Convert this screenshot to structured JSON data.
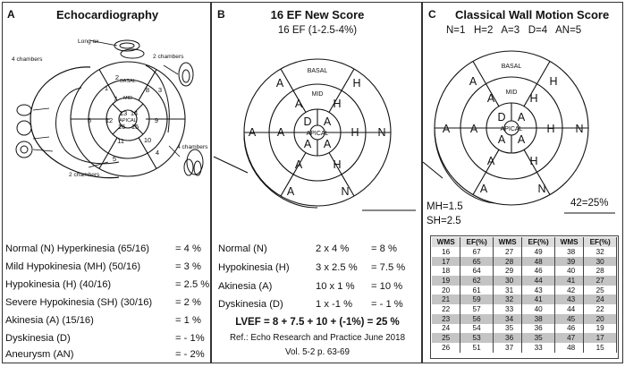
{
  "panelA": {
    "label": "A",
    "title": "Echocardiography",
    "view_labels": {
      "long_ax": "Long ax",
      "four_ch_left": "4 chambers",
      "two_ch_top": "2 chambers",
      "four_ch_right": "4 chambers",
      "two_ch_bottom": "2 chambers"
    },
    "ring_labels": {
      "basal": "BASAL",
      "mid": "MID",
      "apical": "APICAL"
    },
    "segments": [
      "1",
      "2",
      "3",
      "4",
      "5",
      "6",
      "7",
      "8",
      "9",
      "10",
      "11",
      "12",
      "13",
      "14",
      "15",
      "16"
    ],
    "legend": [
      {
        "label": "Normal (N)  Hyperkinesia (65/16)",
        "value": "= 4 %"
      },
      {
        "label": "Mild Hypokinesia (MH) (50/16)",
        "value": "= 3 %"
      },
      {
        "label": "Hypokinesia (H) (40/16)",
        "value": "= 2.5 %"
      },
      {
        "label": "Severe Hypokinesia (SH) (30/16)",
        "value": "= 2 %"
      },
      {
        "label": "Akinesia (A) (15/16)",
        "value": "= 1 %"
      },
      {
        "label": "Dyskinesia (D)",
        "value": "= - 1%"
      },
      {
        "label": "Aneurysm (AN)",
        "value": "= - 2%"
      }
    ]
  },
  "panelB": {
    "label": "B",
    "title": "16 EF New Score",
    "subtitle": "16 EF (1-2.5-4%)",
    "ring_labels": {
      "basal": "BASAL",
      "mid": "MID",
      "apical": "APICAL"
    },
    "basal": [
      "H",
      "N",
      "N",
      "A",
      "A",
      "A"
    ],
    "mid": [
      "H",
      "H",
      "H",
      "A",
      "A",
      "A"
    ],
    "apical": [
      "A",
      "A",
      "A",
      "D"
    ],
    "calc": [
      {
        "label": "Normal (N)",
        "formula": "2 x 4 %",
        "result": "= 8 %"
      },
      {
        "label": "Hypokinesia (H)",
        "formula": "3 x 2.5 %",
        "result": "= 7.5 %"
      },
      {
        "label": "Akinesia (A)",
        "formula": "10 x 1 %",
        "result": "= 10 %"
      },
      {
        "label": "Dyskinesia (D)",
        "formula": "1 x -1 %",
        "result": "= - 1 %"
      }
    ],
    "lvef": "LVEF = 8 + 7.5 + 10 + (-1%) = 25 %",
    "ref1": "Ref.: Echo Research and Practice June 2018",
    "ref2": "Vol. 5-2 p. 63-69"
  },
  "panelC": {
    "label": "C",
    "title": "Classical Wall Motion Score",
    "scores": "N=1   H=2   A=3   D=4   AN=5",
    "ring_labels": {
      "basal": "BASAL",
      "mid": "MID",
      "apical": "APICAL"
    },
    "basal": [
      "H",
      "N",
      "N",
      "A",
      "A",
      "A"
    ],
    "mid": [
      "H",
      "H",
      "H",
      "A",
      "A",
      "A"
    ],
    "apical": [
      "A",
      "A",
      "A",
      "D"
    ],
    "mh": "MH=1.5",
    "sh": "SH=2.5",
    "result": "42=25%",
    "table": {
      "headers": [
        "WMS",
        "EF(%)",
        "WMS",
        "EF(%)",
        "WMS",
        "EF(%)"
      ],
      "rows": [
        [
          "16",
          "67",
          "27",
          "49",
          "38",
          "32"
        ],
        [
          "17",
          "65",
          "28",
          "48",
          "39",
          "30"
        ],
        [
          "18",
          "64",
          "29",
          "46",
          "40",
          "28"
        ],
        [
          "19",
          "62",
          "30",
          "44",
          "41",
          "27"
        ],
        [
          "20",
          "61",
          "31",
          "43",
          "42",
          "25"
        ],
        [
          "21",
          "59",
          "32",
          "41",
          "43",
          "24"
        ],
        [
          "22",
          "57",
          "33",
          "40",
          "44",
          "22"
        ],
        [
          "23",
          "56",
          "34",
          "38",
          "45",
          "20"
        ],
        [
          "24",
          "54",
          "35",
          "36",
          "46",
          "19"
        ],
        [
          "25",
          "53",
          "36",
          "35",
          "47",
          "17"
        ],
        [
          "26",
          "51",
          "37",
          "33",
          "48",
          "15"
        ]
      ]
    }
  }
}
